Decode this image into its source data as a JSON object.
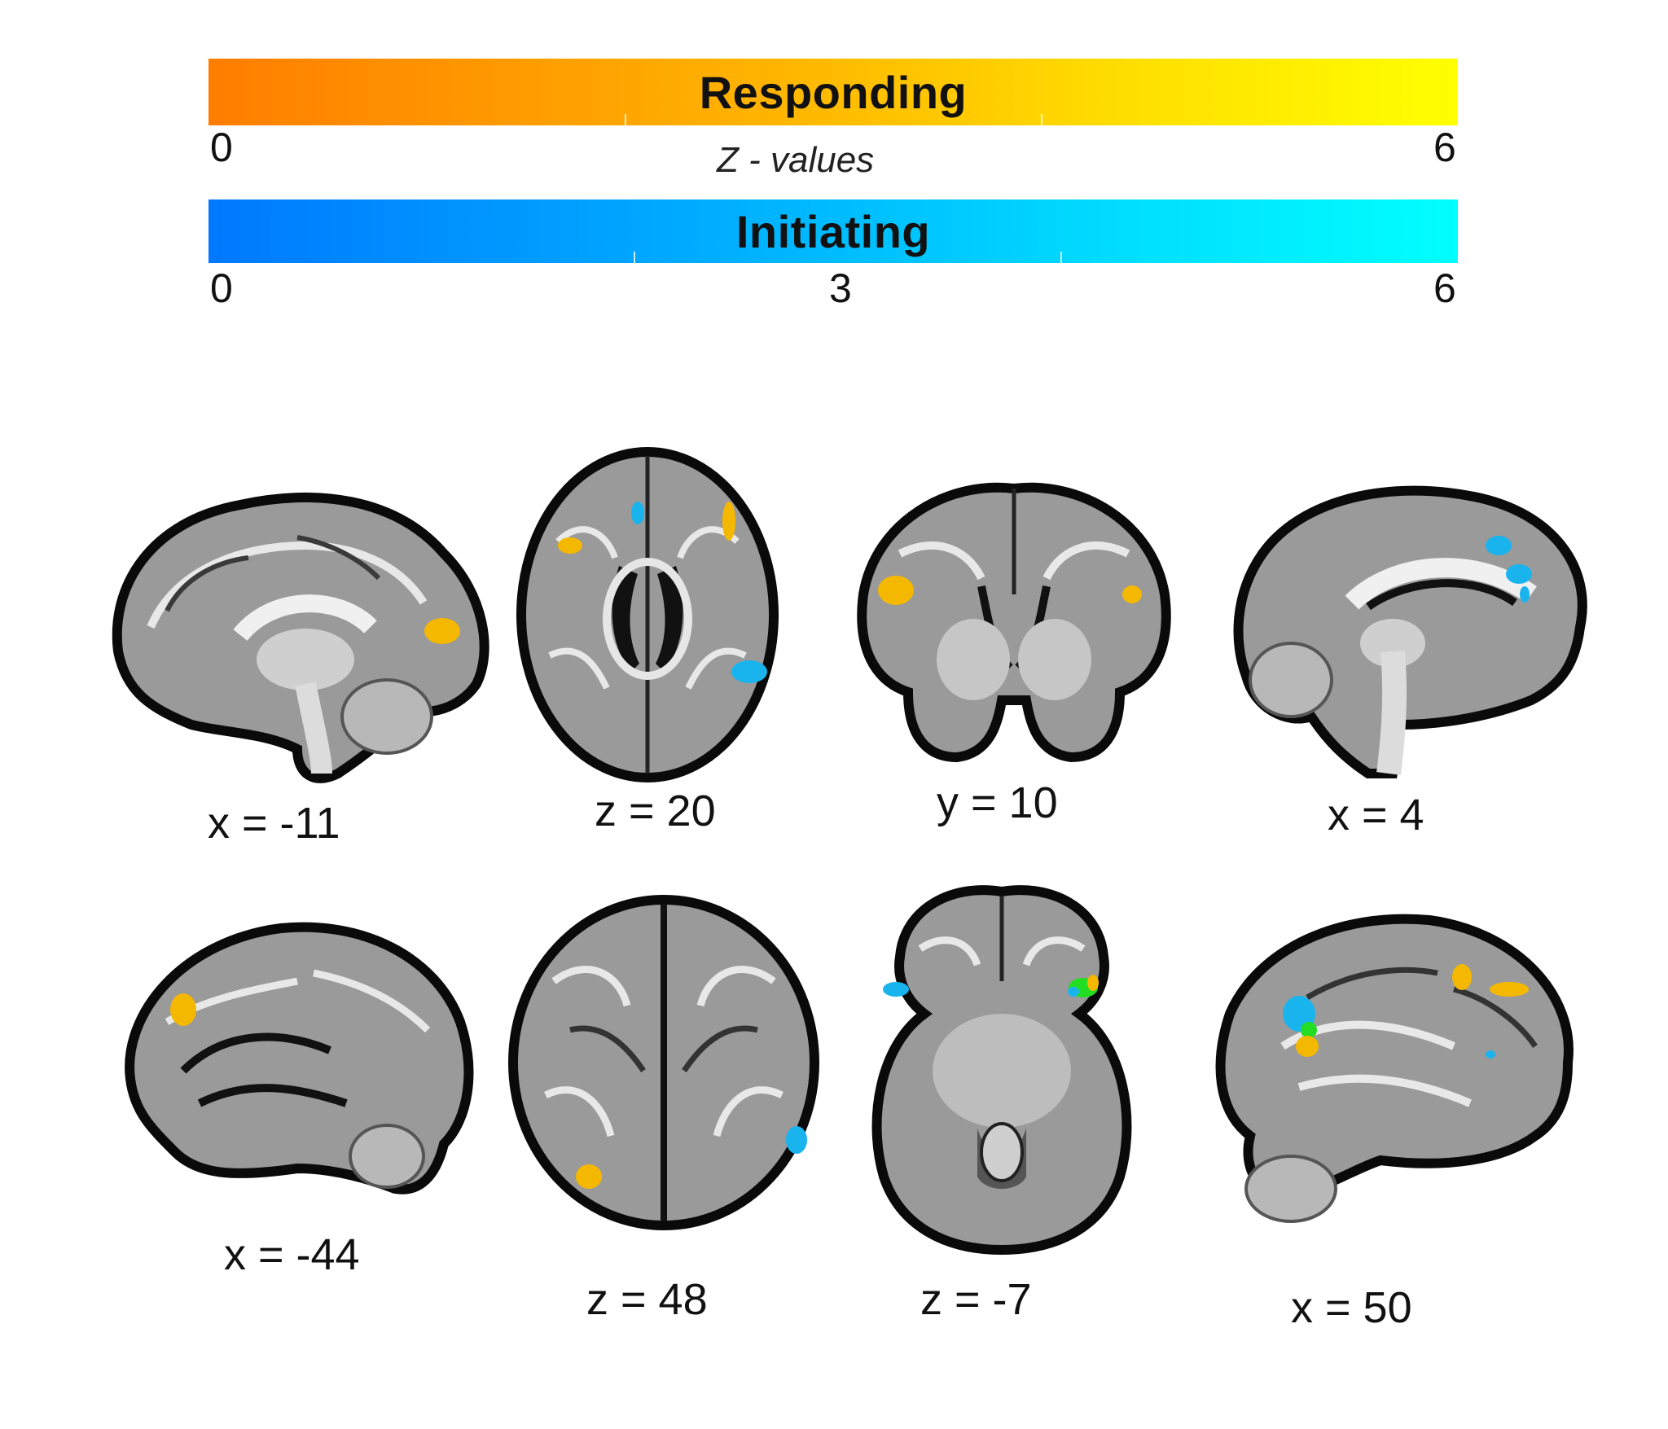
{
  "legend": {
    "responding": {
      "title": "Responding",
      "min": "0",
      "max": "6",
      "color_low": "#ff7d00",
      "color_high": "#ffff00"
    },
    "z_label": "Z - values",
    "initiating": {
      "title": "Initiating",
      "min": "0",
      "mid": "3",
      "max": "6",
      "color_low": "#0078ff",
      "color_high": "#00ffff"
    }
  },
  "slices": {
    "row1": [
      {
        "caption": "x = -11",
        "view": "sagittal"
      },
      {
        "caption": "z = 20",
        "view": "axial"
      },
      {
        "caption": "y = 10",
        "view": "coronal"
      },
      {
        "caption": "x = 4",
        "view": "sagittal"
      }
    ],
    "row2": [
      {
        "caption": "x = -44",
        "view": "sagittal"
      },
      {
        "caption": "z = 48",
        "view": "axial"
      },
      {
        "caption": "z = -7",
        "view": "axial"
      },
      {
        "caption": "x = 50",
        "view": "sagittal"
      }
    ]
  },
  "colors": {
    "responding_blob": "#f5b800",
    "initiating_blob": "#19b4ee",
    "overlap_blob": "#22dd22"
  }
}
